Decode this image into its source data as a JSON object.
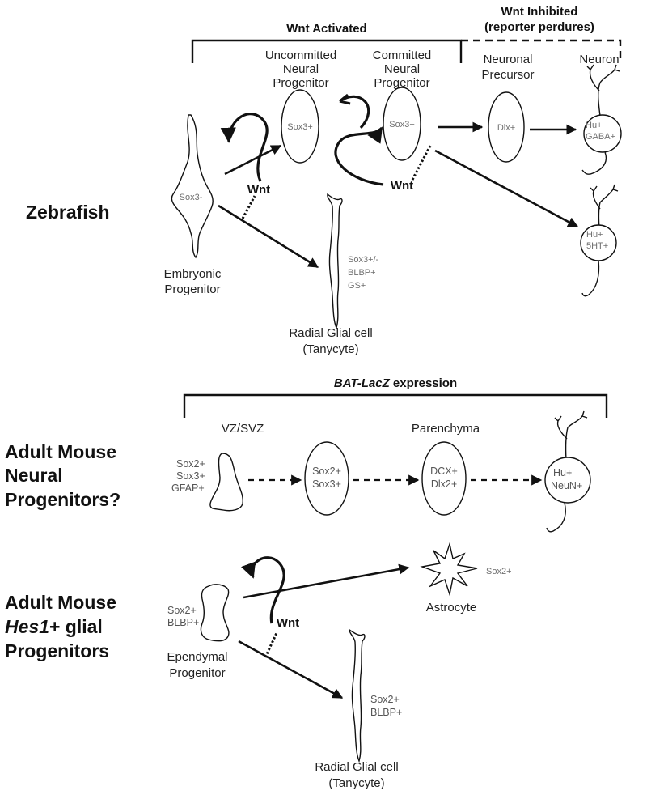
{
  "zebrafish": {
    "section_label": "Zebrafish",
    "wnt_activated": "Wnt Activated",
    "wnt_inhibited_1": "Wnt Inhibited",
    "wnt_inhibited_2": "(reporter perdures)",
    "uncommitted": [
      "Uncommitted",
      "Neural",
      "Progenitor"
    ],
    "committed": [
      "Committed",
      "Neural",
      "Progenitor"
    ],
    "neuronal_precursor": [
      "Neuronal",
      "Precursor"
    ],
    "neuron": "Neuron",
    "embryonic": [
      "Embryonic",
      "Progenitor"
    ],
    "radial_glial": [
      "Radial Glial cell",
      "(Tanycyte)"
    ],
    "wnt_1": "Wnt",
    "wnt_2": "Wnt",
    "markers": {
      "embryonic": "Sox3-",
      "uncommitted": "Sox3+",
      "committed": "Sox3+",
      "precursor": "Dlx+",
      "neuron_gaba": [
        "Hu+",
        "GABA+"
      ],
      "neuron_5ht": [
        "Hu+",
        "5HT+"
      ],
      "radial": [
        "Sox3+/-",
        "BLBP+",
        "GS+"
      ]
    }
  },
  "mouse_neural": {
    "section_label": [
      "Adult Mouse",
      "Neural",
      "Progenitors?"
    ],
    "expression_italic": "BAT-LacZ",
    "expression_rest": " expression",
    "vz_svz": "VZ/SVZ",
    "parenchyma": "Parenchyma",
    "markers": {
      "first": [
        "Sox2+",
        "Sox3+",
        "GFAP+"
      ],
      "second": [
        "Sox2+",
        "Sox3+"
      ],
      "third": [
        "DCX+",
        "Dlx2+"
      ],
      "neuron": [
        "Hu+",
        "NeuN+"
      ]
    }
  },
  "mouse_hes1": {
    "section_label_1": "Adult Mouse",
    "section_label_2_italic": "Hes1",
    "section_label_2_rest": "+ glial",
    "section_label_3": "Progenitors",
    "ependymal": [
      "Ependymal",
      "Progenitor"
    ],
    "astrocyte": "Astrocyte",
    "radial_glial": [
      "Radial Glial cell",
      "(Tanycyte)"
    ],
    "wnt": "Wnt",
    "markers": {
      "ependymal": [
        "Sox2+",
        "BLBP+"
      ],
      "astrocyte": "Sox2+",
      "radial": [
        "Sox2+",
        "BLBP+"
      ]
    }
  }
}
